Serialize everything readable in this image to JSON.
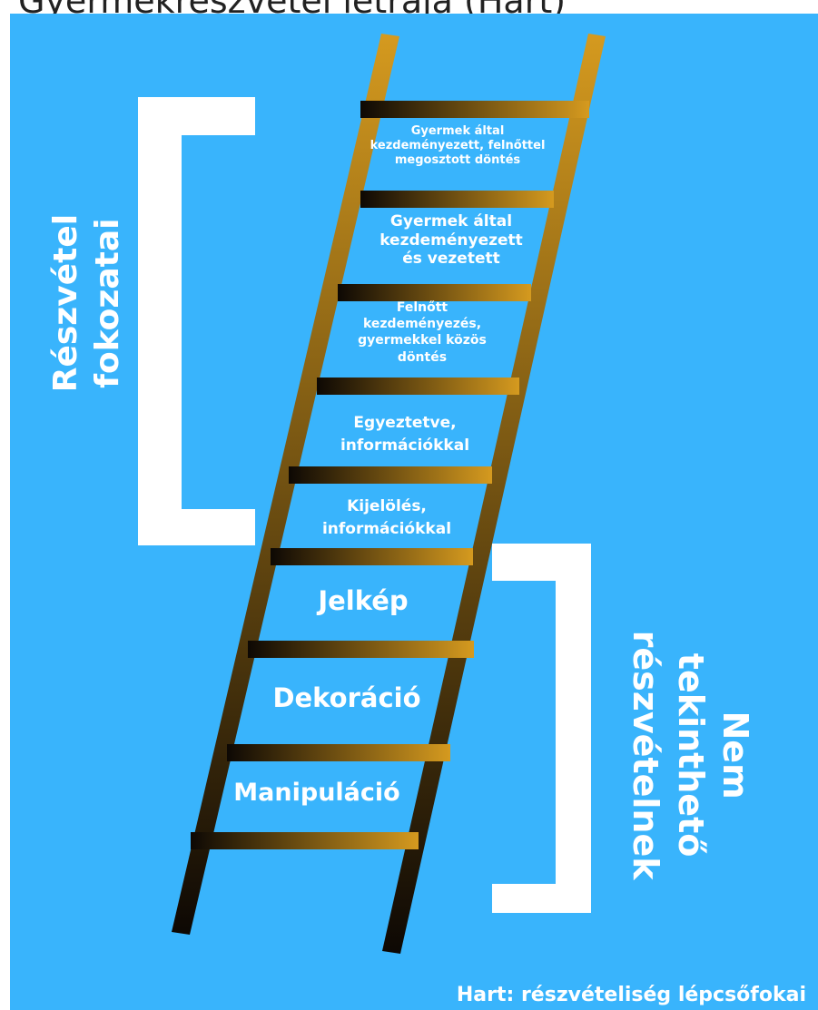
{
  "title": "Gyermekrészvétel létrája (Hart)",
  "colors": {
    "background": "#39b4fc",
    "rail_dark": "#0d0804",
    "rail_light": "#d59a1f",
    "text": "#ffffff"
  },
  "left_group": {
    "label": "Részvétel\nfokozatai"
  },
  "right_group": {
    "label": "Nem\ntekinthető\nrészvételnek"
  },
  "steps": [
    {
      "label": "Gyermek által\nkezdeményezett, felnőttel\nmegosztott döntés"
    },
    {
      "label": "Gyermek által\nkezdeményezett\nés vezetett"
    },
    {
      "label": "Felnőtt\nkezdeményezés,\ngyermekkel közös\ndöntés"
    },
    {
      "label": "Egyeztetve,\ninformációkkal"
    },
    {
      "label": "Kijelölés,\ninformációkkal"
    },
    {
      "label": "Jelkép"
    },
    {
      "label": "Dekoráció"
    },
    {
      "label": "Manipuláció"
    }
  ],
  "footer": "Hart: részvételiség lépcsőfokai"
}
